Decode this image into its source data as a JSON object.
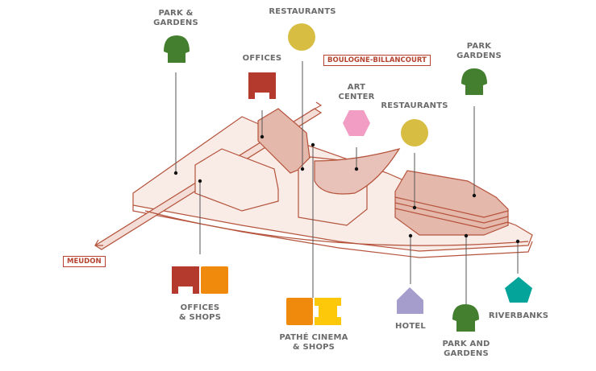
{
  "labels": {
    "park_gardens_1": "PARK &\nGARDENS",
    "restaurants_1": "RESTAURANTS",
    "offices": "OFFICES",
    "art_center": "ART\nCENTER",
    "restaurants_2": "RESTAURANTS",
    "park_gardens_2": "PARK\nGARDENS",
    "offices_shops": "OFFICES\n& SHOPS",
    "pathe": "PATHÉ CINEMA\n& SHOPS",
    "hotel": "HOTEL",
    "park_and_gardens": "PARK AND\nGARDENS",
    "riverbanks": "RIVERBANKS"
  },
  "places": {
    "boulogne": "BOULOGNE-BILLANCOURT",
    "meudon": "MEUDON"
  },
  "colors": {
    "park": "#437f2e",
    "restaurant": "#d8bd43",
    "office": "#b43a2e",
    "shop": "#ef8a0c",
    "cinema": "#fec80a",
    "art": "#f29ec4",
    "hotel": "#a59dcc",
    "river": "#04a49a",
    "line": "#b5533c"
  }
}
